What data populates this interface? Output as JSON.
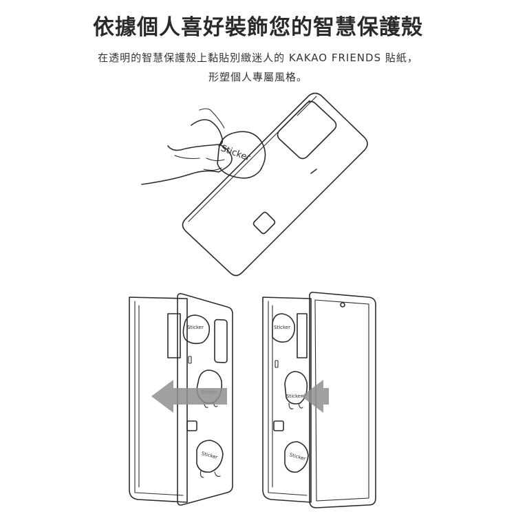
{
  "header": {
    "title": "依據個人喜好裝飾您的智慧保護殼",
    "subtitle_line1": "在透明的智慧保護殼上黏貼別緻迷人的 KAKAO FRIENDS 貼紙，",
    "subtitle_line2": "形塑個人專屬風格。"
  },
  "illustration": {
    "sticker_text": "Sticker",
    "colors": {
      "line": "#2b2b2b",
      "arrow": "#8f8f8f",
      "background": "#ffffff"
    },
    "icons": [
      "hand-icon",
      "phone-case-icon",
      "sticker-icon",
      "arrow-left-icon",
      "phone-icon"
    ]
  }
}
